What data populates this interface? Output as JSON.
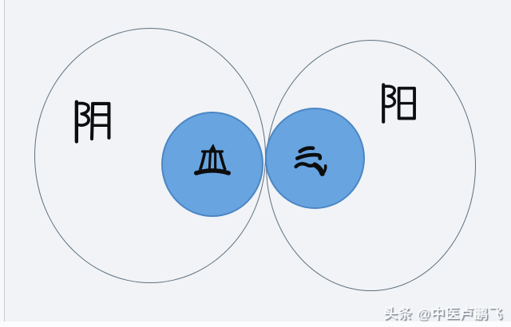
{
  "diagram": {
    "type": "venn",
    "outer_circles": [
      {
        "id": "yin",
        "label": "阴"
      },
      {
        "id": "yang",
        "label": "阳"
      }
    ],
    "inner_circles": [
      {
        "id": "blood",
        "label": "血",
        "inside": "yin"
      },
      {
        "id": "qi",
        "label": "气",
        "inside": "yang"
      }
    ]
  },
  "colors": {
    "background": "#f1f3f6",
    "outer_circle_stroke": "#5e7080",
    "inner_circle_fill": "#67a4e0",
    "inner_circle_stroke": "#4c86c4",
    "glyph_color": "#0d0d0f",
    "watermark_color": "#f7f8fa"
  },
  "watermark": {
    "prefix": "头条",
    "handle": "@中医卢鹏飞",
    "text": "头条 @中医卢鹏飞"
  }
}
